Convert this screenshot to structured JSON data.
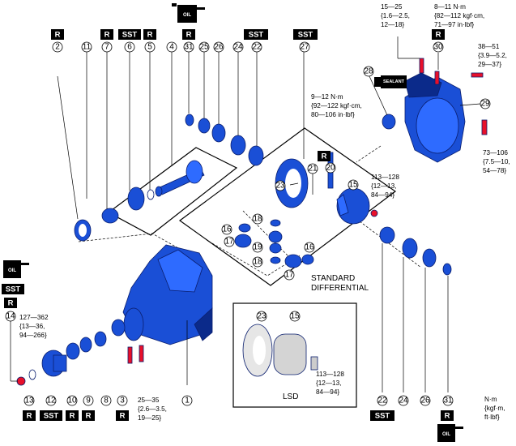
{
  "badges": {
    "r": "R",
    "sst": "SST",
    "oil": "OIL",
    "sealant": "SEALANT"
  },
  "callouts": [
    "1",
    "2",
    "3",
    "4",
    "5",
    "6",
    "7",
    "8",
    "9",
    "10",
    "11",
    "12",
    "13",
    "14",
    "15",
    "16",
    "17",
    "18",
    "19",
    "20",
    "21",
    "22",
    "23",
    "24",
    "25",
    "26",
    "27",
    "28",
    "29",
    "30",
    "31"
  ],
  "torques": {
    "t_top1": [
      "15—25",
      "{1.6—2.5,",
      "12—18}"
    ],
    "t_top2": [
      "8—11 N·m",
      "{82—112 kgf·cm,",
      "71—97 in·lbf}"
    ],
    "t_right1": [
      "38—51",
      "{3.9—5.2,",
      "29—37}"
    ],
    "t_mid": [
      "9—12 N·m",
      "{92—122 kgf·cm,",
      "80—106 in·lbf}"
    ],
    "t_right2": [
      "73—106",
      "{7.5—10,",
      "54—78}"
    ],
    "t_diff": [
      "113—128",
      "{12—13,",
      "84—94}"
    ],
    "t_flange": [
      "127—362",
      "{13—36,",
      "94—266}"
    ],
    "t_bolt": [
      "25—35",
      "{2.6—3.5,",
      "19—25}"
    ],
    "t_lsd": [
      "113—128",
      "{12—13,",
      "84—94}"
    ]
  },
  "labels": {
    "std_diff_1": "STANDARD",
    "std_diff_2": "DIFFERENTIAL",
    "lsd": "LSD",
    "units_1": "N·m",
    "units_2": "{kgf·m,",
    "units_3": "ft·lbf}"
  },
  "colors": {
    "part_blue": "#1a4fd6",
    "bolt_red": "#e8102a",
    "badge_black": "#000000"
  }
}
